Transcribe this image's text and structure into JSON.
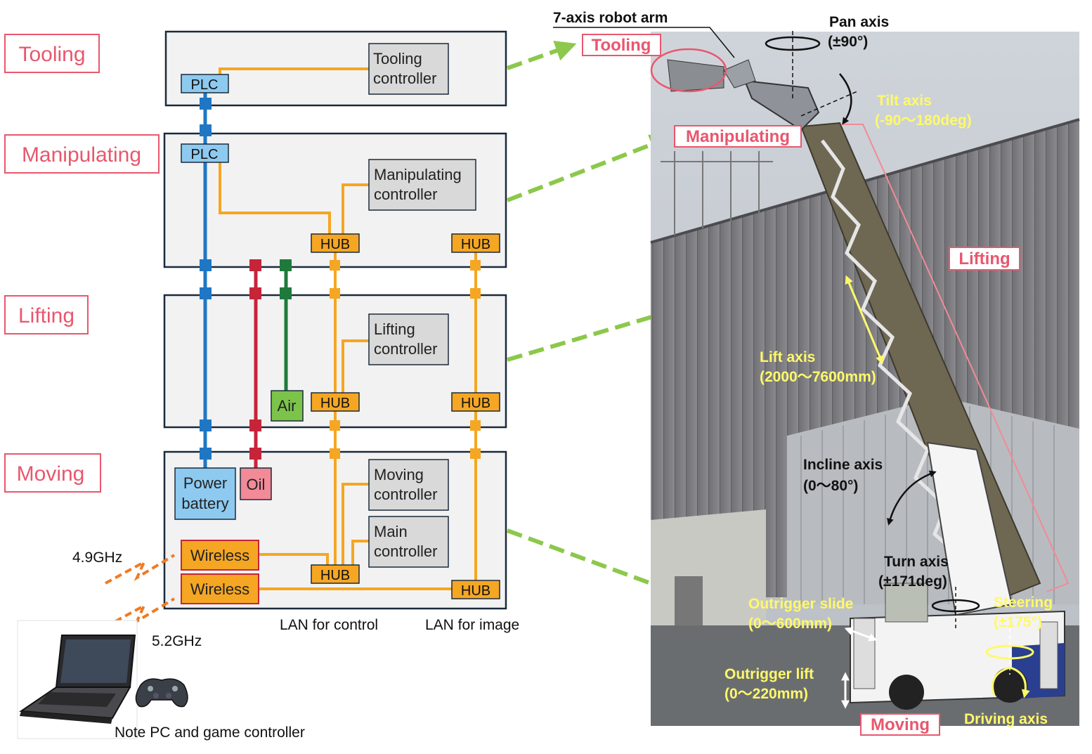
{
  "sections": [
    {
      "id": "tooling",
      "label": "Tooling"
    },
    {
      "id": "manipulating",
      "label": "Manipulating"
    },
    {
      "id": "lifting",
      "label": "Lifting"
    },
    {
      "id": "moving",
      "label": "Moving"
    }
  ],
  "controllers": {
    "tooling": [
      "Tooling",
      "controller"
    ],
    "manipulating": [
      "Manipulating",
      "controller"
    ],
    "lifting": [
      "Lifting",
      "controller"
    ],
    "moving": [
      "Moving",
      "controller"
    ],
    "main": [
      "Main",
      "controller"
    ]
  },
  "tags": {
    "plc": "PLC",
    "hub": "HUB",
    "air": "Air",
    "oil": "Oil",
    "power": [
      "Power",
      "battery"
    ],
    "wireless": "Wireless"
  },
  "captions": {
    "lan_control": "LAN for control",
    "lan_image": "LAN for image",
    "freq_1": "4.9GHz",
    "freq_2": "5.2GHz",
    "pc": "Note PC and game controller"
  },
  "photo": {
    "arm": "7-axis robot arm",
    "tooling": "Tooling",
    "manipulating": "Manipulating",
    "lifting": "Lifting",
    "moving": "Moving",
    "pan": [
      "Pan axis",
      "(±90°)"
    ],
    "tilt": [
      "Tilt axis",
      "(-90～180deg)"
    ],
    "lift": [
      "Lift axis",
      "(2000～7600mm)"
    ],
    "incline": [
      "Incline  axis",
      "(0～80°)"
    ],
    "turn": [
      "Turn axis",
      "(±171deg)"
    ],
    "outrigger_slide": [
      "Outrigger slide",
      "(0～600mm)"
    ],
    "steering": [
      "Steering",
      "(±175°)"
    ],
    "outrigger_lift": [
      "Outrigger lift",
      "(0～220mm)"
    ],
    "driving": "Driving axis"
  },
  "colors": {
    "section_label": "#e8576e",
    "power_line": "#1f77c4",
    "oil_line": "#c7243a",
    "air_line": "#1e7a3c",
    "lan_line": "#f5a623",
    "plc_fill": "#8ecaf0",
    "hub_fill": "#f5a623",
    "arrow": "#8cc84b",
    "photo_text": "#fff96a"
  }
}
